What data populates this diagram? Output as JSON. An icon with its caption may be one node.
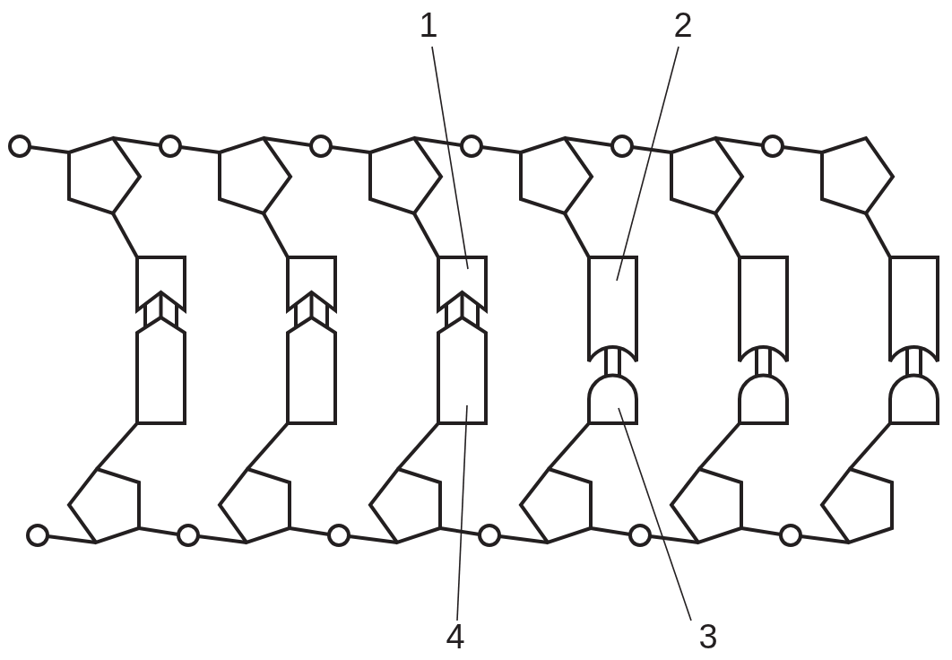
{
  "diagram": {
    "nodes": [
      {
        "text": [
          "1"
        ]
      },
      {
        "text": [
          "2"
        ]
      },
      {
        "text": [],
        "shape": "box"
      },
      {
        "text": [],
        "shape": "box"
      },
      {
        "text": [],
        "shape": "box"
      },
      {
        "text": [],
        "shape": "box"
      },
      {
        "text": [
          "4"
        ]
      },
      {
        "text": [
          "3"
        ]
      }
    ],
    "edges": [
      {
        "from": 0,
        "to": 2,
        "arrow": "none"
      },
      {
        "from": 1,
        "to": 3,
        "arrow": "none"
      },
      {
        "from": 6,
        "to": 4,
        "arrow": "none"
      },
      {
        "from": 7,
        "to": 5,
        "arrow": "none"
      }
    ]
  }
}
